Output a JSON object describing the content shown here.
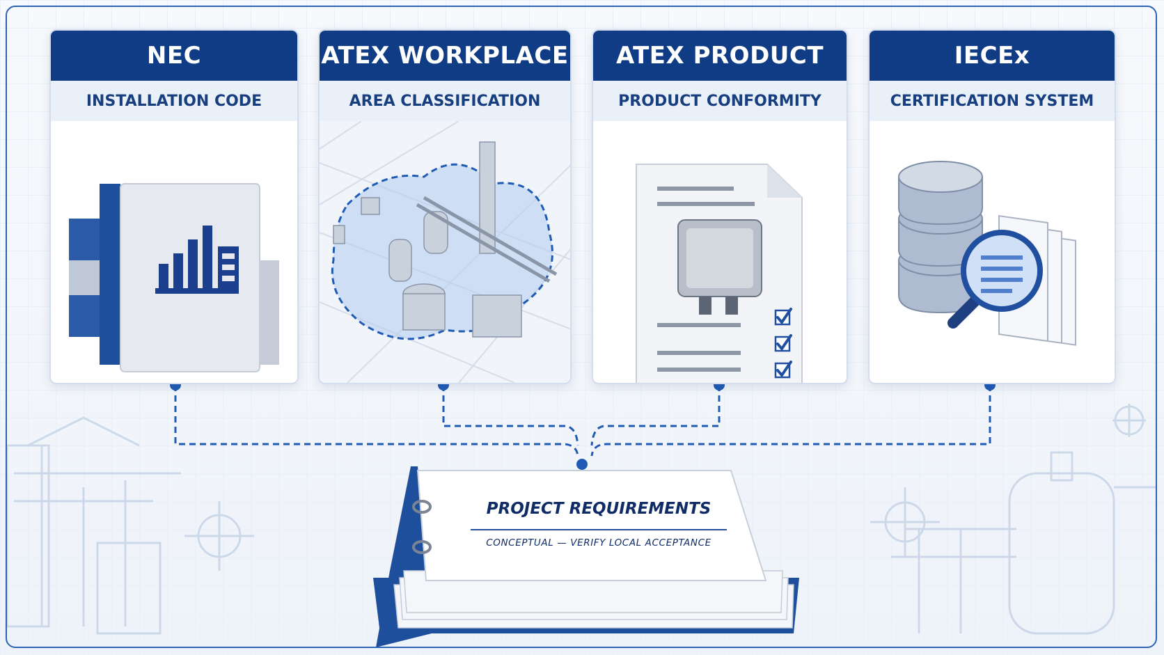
{
  "cards": [
    {
      "title": "NEC",
      "subtitle": "INSTALLATION CODE",
      "icon": "code-book-icon"
    },
    {
      "title": "ATEX WORKPLACE",
      "subtitle": "AREA CLASSIFICATION",
      "icon": "plant-zone-icon"
    },
    {
      "title": "ATEX PRODUCT",
      "subtitle": "PRODUCT CONFORMITY",
      "icon": "enclosure-checklist-icon"
    },
    {
      "title": "IECEx",
      "subtitle": "CERTIFICATION SYSTEM",
      "icon": "database-search-icon"
    }
  ],
  "binder": {
    "title": "PROJECT REQUIREMENTS",
    "subtitle": "CONCEPTUAL — VERIFY LOCAL ACCEPTANCE"
  },
  "colors": {
    "navy": "#0f3c84",
    "accent": "#1f5bb5",
    "light": "#eaf0f8"
  }
}
